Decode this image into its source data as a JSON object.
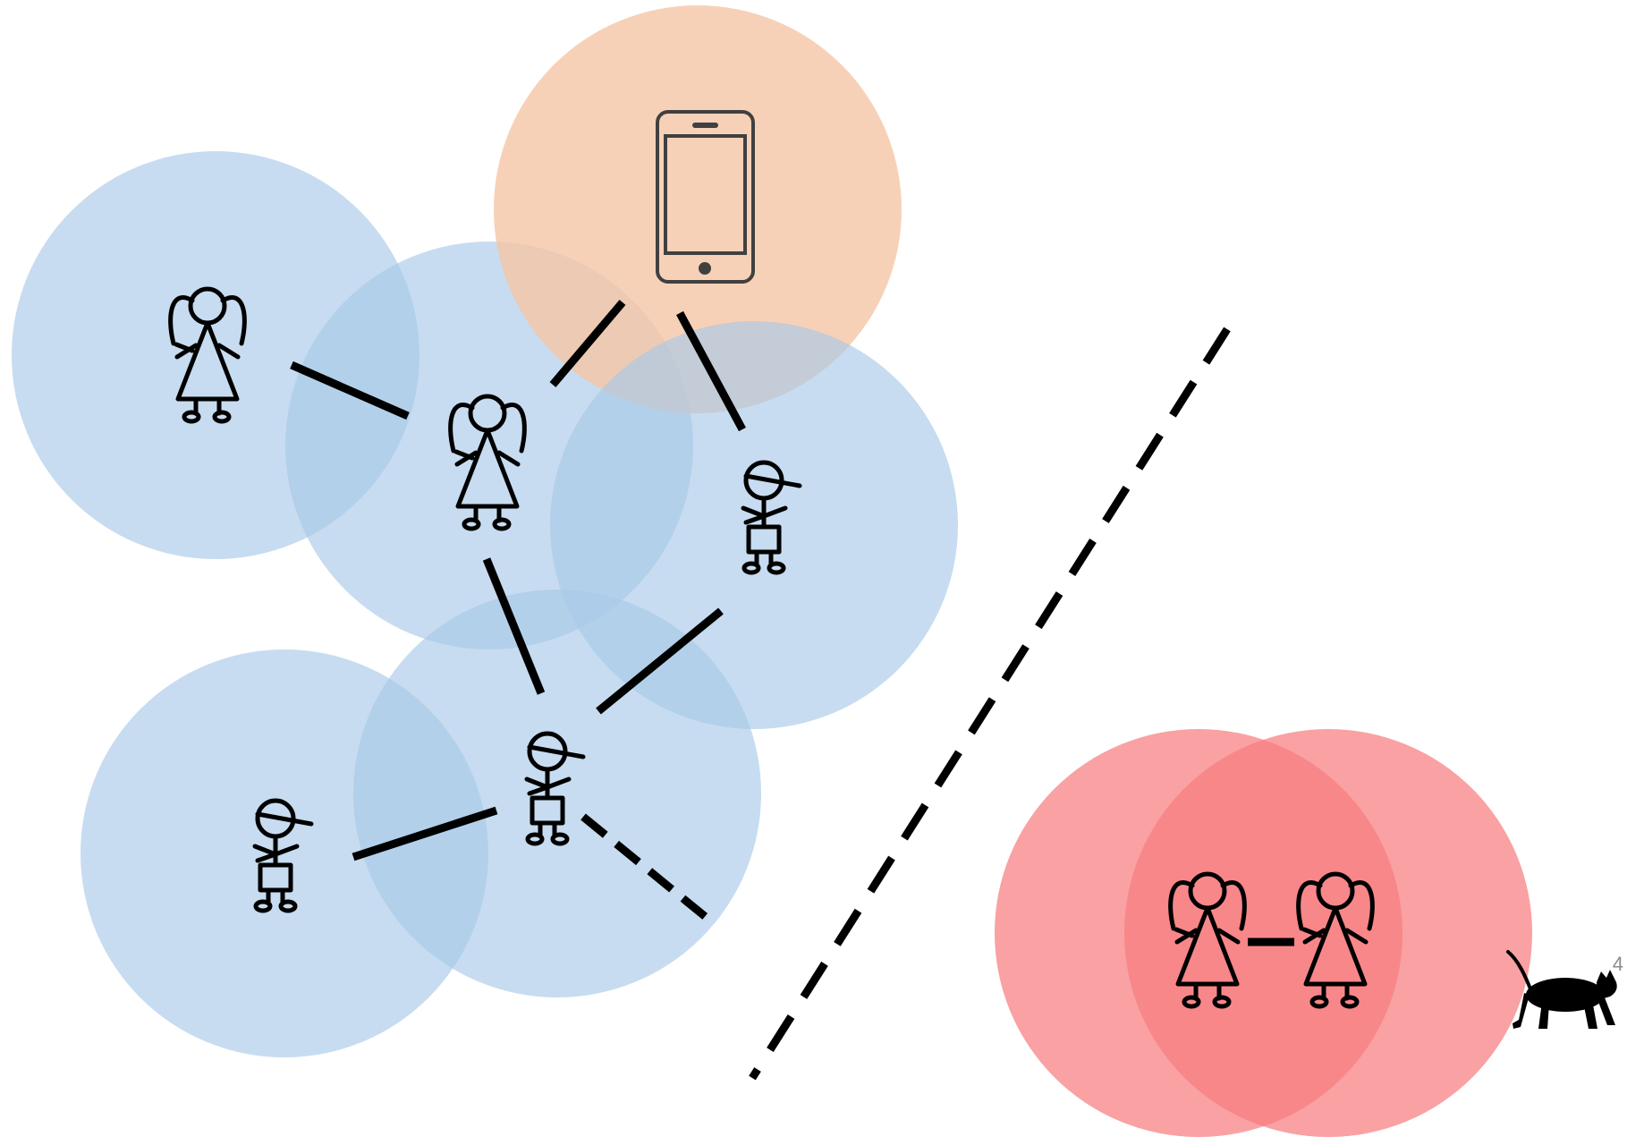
{
  "slide": {
    "page_number": "4"
  },
  "colors": {
    "background": "#ffffff",
    "node_range": "#a9c9e8",
    "phone_range": "#f5c6a5",
    "isolated_range": "#f77d80",
    "isolated_overlap": "#f85d60",
    "link": "#000000",
    "phone_icon": "#404040",
    "person_icon": "#000000"
  },
  "diagram": {
    "left_network": {
      "nodes": [
        {
          "id": "girl-1",
          "kind": "girl",
          "range": "node"
        },
        {
          "id": "girl-2",
          "kind": "girl",
          "range": "node"
        },
        {
          "id": "phone",
          "kind": "phone-icon",
          "range": "phone"
        },
        {
          "id": "boy-1",
          "kind": "boy",
          "range": "node"
        },
        {
          "id": "boy-2",
          "kind": "boy",
          "range": "node"
        },
        {
          "id": "boy-3",
          "kind": "boy",
          "range": "node"
        }
      ],
      "links": [
        {
          "from": "girl-1",
          "to": "girl-2",
          "style": "solid"
        },
        {
          "from": "girl-2",
          "to": "phone",
          "style": "solid"
        },
        {
          "from": "phone",
          "to": "boy-1",
          "style": "solid"
        },
        {
          "from": "girl-2",
          "to": "boy-2",
          "style": "solid"
        },
        {
          "from": "boy-1",
          "to": "boy-2",
          "style": "solid"
        },
        {
          "from": "boy-3",
          "to": "boy-2",
          "style": "solid"
        },
        {
          "from": "boy-2",
          "to": "out-of-range",
          "style": "dashed"
        }
      ]
    },
    "separator": {
      "style": "dashed"
    },
    "isolated_group": {
      "nodes": [
        {
          "id": "girl-3",
          "kind": "girl",
          "range": "isolated"
        },
        {
          "id": "girl-4",
          "kind": "girl",
          "range": "isolated"
        }
      ],
      "links": [
        {
          "from": "girl-3",
          "to": "girl-4",
          "style": "solid"
        }
      ],
      "extra_icon": "cat-icon"
    }
  }
}
